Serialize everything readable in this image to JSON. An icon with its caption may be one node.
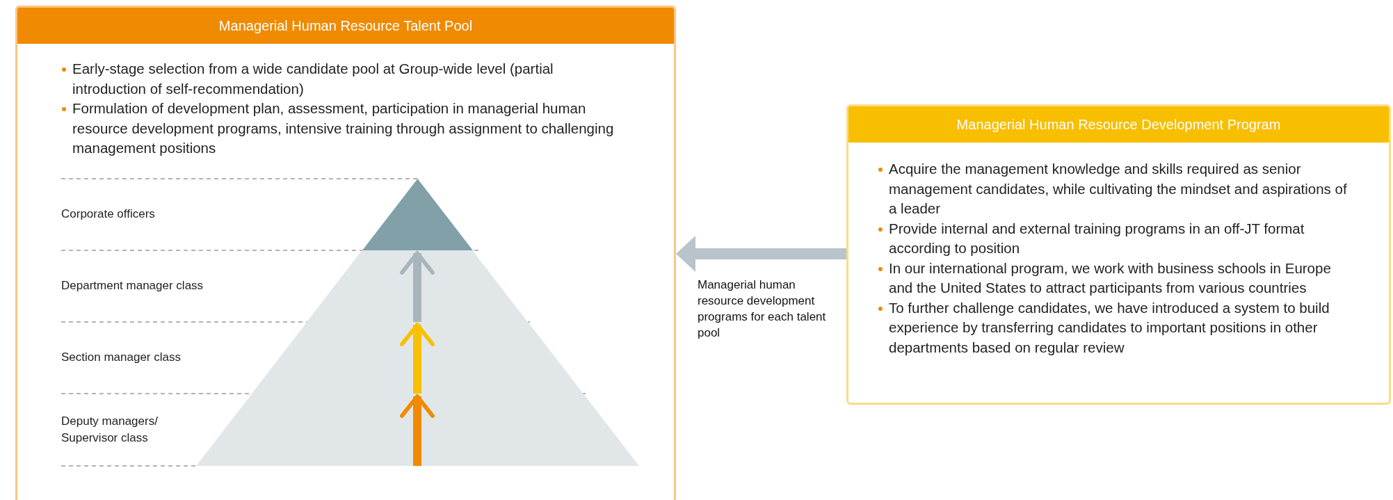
{
  "diagram": {
    "nodes": [
      {
        "text": [
          "Managerial Human Resource Talent Pool",
          "Early-stage selection from a wide candidate pool at Group-wide level (partial introduction of self-recommendation)",
          "Formulation of development plan, assessment, participation in managerial human resource development programs, intensive training through assignment to challenging management positions"
        ]
      },
      {
        "text": [],
        "shape": "triangle",
        "in": 0
      },
      {
        "text": [],
        "shape": "trapezoid",
        "in": 0
      },
      {
        "text": [],
        "shape": "trapezoid",
        "in": 0
      },
      {
        "text": [],
        "shape": "trapezoid",
        "in": 0
      },
      {
        "text": [
          "Managerial Human Resource Development Program",
          "Acquire the management knowledge and skills required as senior management candidates, while cultivating the mindset and aspirations of a leader",
          "Provide internal and external training programs in an off-JT format according to position",
          "In our international program, we work with business schools in Europe and the United States to attract participants from various countries",
          "To further challenge candidates, we have introduced a system to build experience by transferring candidates to important positions in other departments based on regular review"
        ]
      }
    ],
    "edges": [
      {
        "from": 4,
        "to": 3,
        "arrow": "to",
        "color": "#f08a00"
      },
      {
        "from": 3,
        "to": 2,
        "arrow": "to",
        "color": "#f8c000"
      },
      {
        "from": 2,
        "to": 1,
        "arrow": "to",
        "color": "#a8b6bc"
      },
      {
        "from": 5,
        "to": 0,
        "arrow": "to",
        "color": "#b8c4ca",
        "label": "Managerial human resource development programs for each talent pool"
      }
    ],
    "labels": [
      "Corporate officers",
      "Department manager class",
      "Section manager class",
      "Deputy managers/ Supervisor class"
    ]
  }
}
